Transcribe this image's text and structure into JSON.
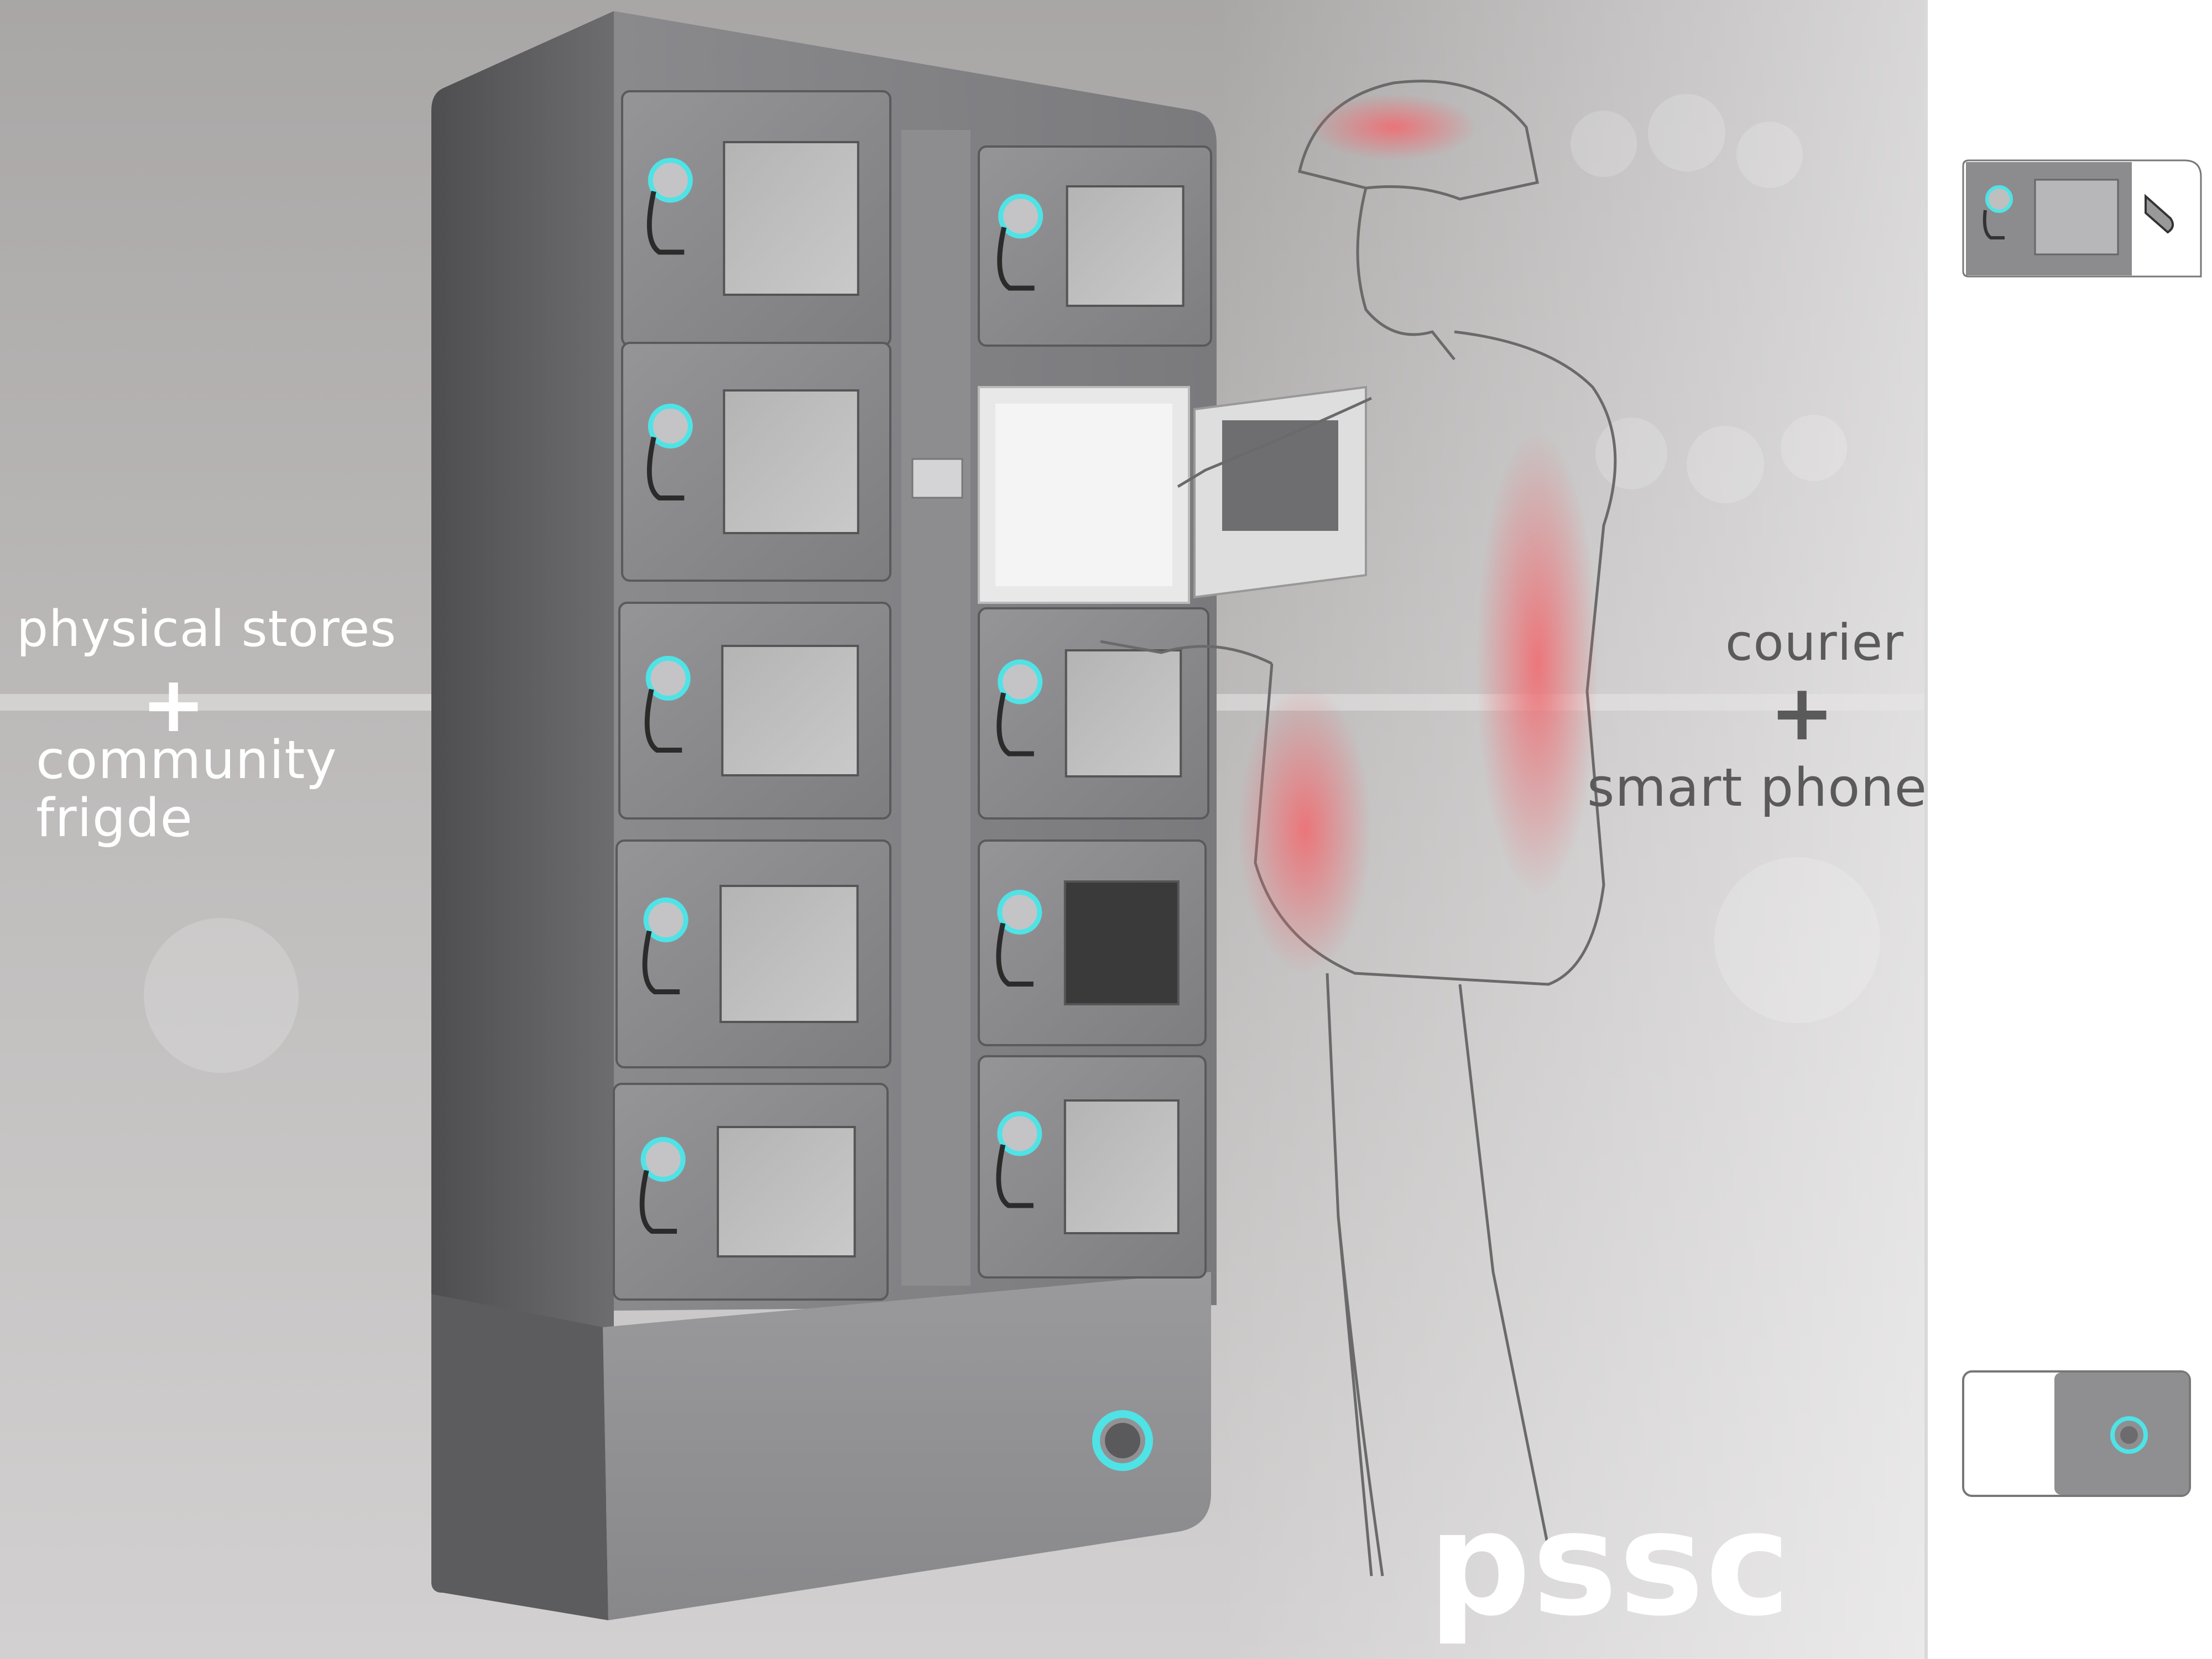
{
  "left_text": {
    "line1": "physical stores",
    "plus": "+",
    "line2": "community",
    "line3": "frigde"
  },
  "right_text": {
    "line1": "courier",
    "plus": "+",
    "line2": "smart phone"
  },
  "brand": "pssc",
  "colors": {
    "accent_cyan": "#4fe3e6",
    "body_gray": "#7c7c7e",
    "highlight_red": "#ef6d72",
    "background": "#b9b7b7"
  },
  "icons": [
    "locker-handle-icon",
    "cyan-ring-button-icon"
  ]
}
